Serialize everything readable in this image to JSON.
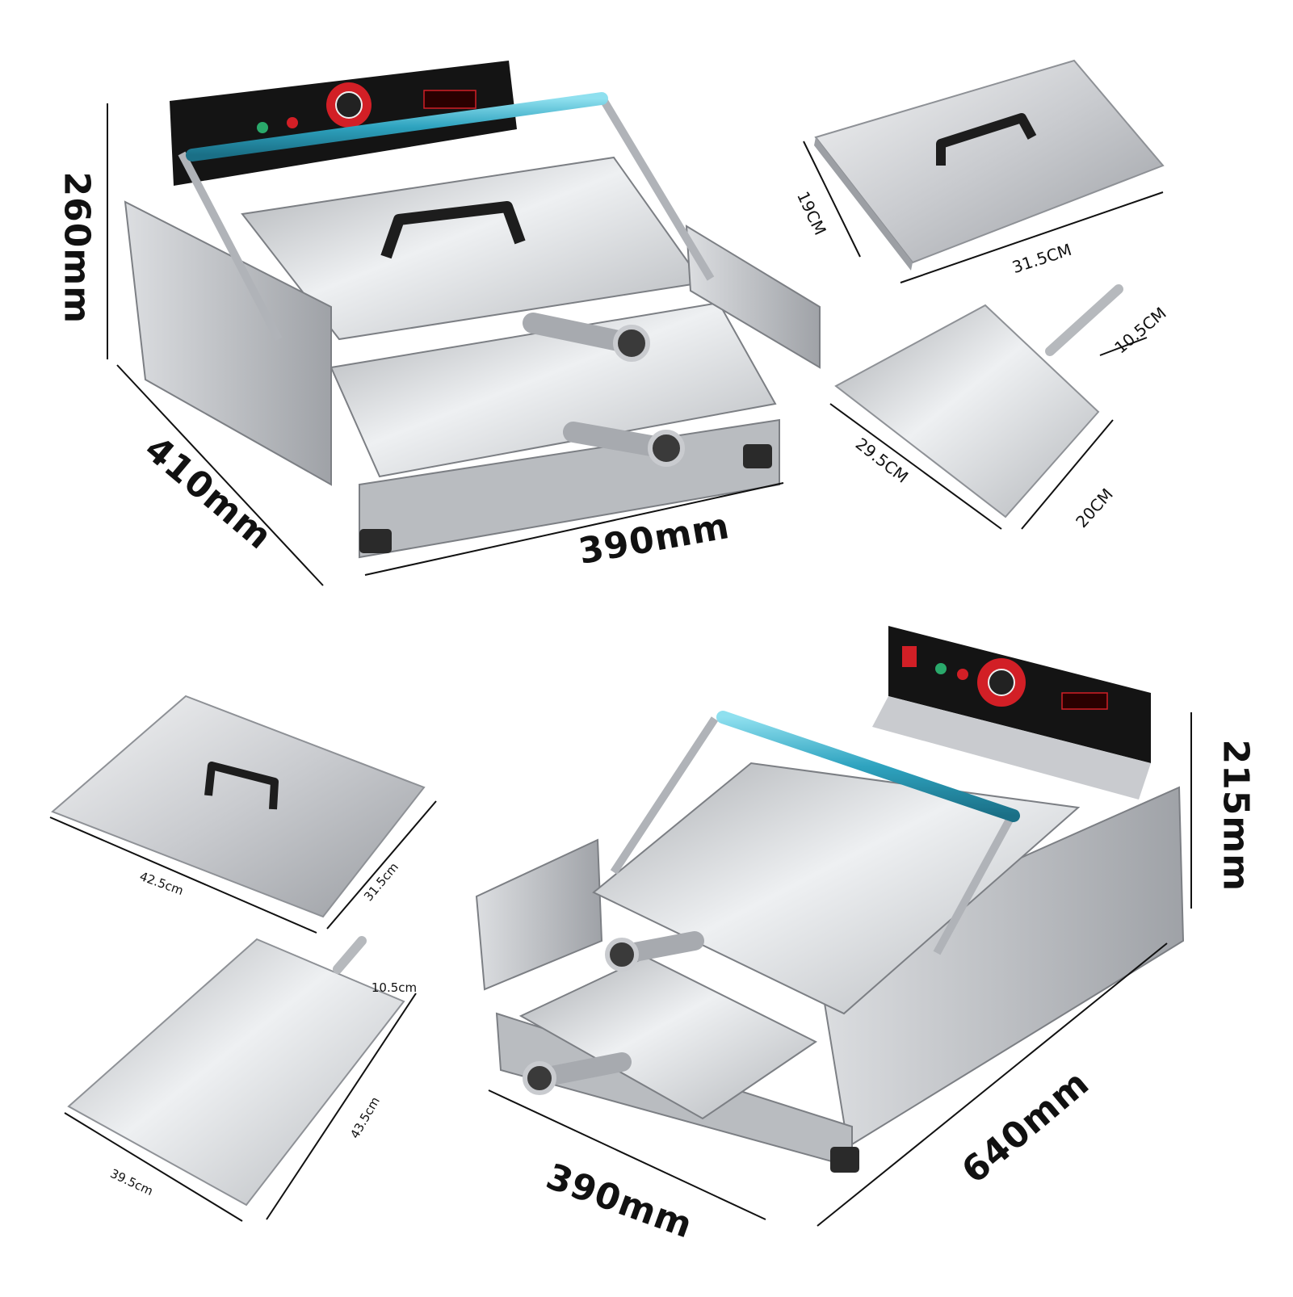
{
  "top_machine": {
    "height_label": "260mm",
    "depth_label": "410mm",
    "width_label": "390mm"
  },
  "top_lid": {
    "height_label": "19CM",
    "width_label": "31.5CM"
  },
  "top_spatula": {
    "handle_label": "10.5CM",
    "length_label": "29.5CM",
    "width_label": "20CM"
  },
  "bottom_lid": {
    "width_label": "42.5cm",
    "depth_label": "31.5cm"
  },
  "bottom_spatula": {
    "handle_label": "10.5cm",
    "length_label": "43.5cm",
    "width_label": "39.5cm"
  },
  "bottom_machine": {
    "height_label": "215mm",
    "depth_label": "640mm",
    "width_label": "390mm"
  },
  "colors": {
    "steel": "#c9cbcf",
    "steel_dark": "#8e9196",
    "panel": "#141414",
    "knob_red": "#d21f26",
    "bar_blue": "#3fb1c9",
    "handle": "#1d1d1d"
  }
}
